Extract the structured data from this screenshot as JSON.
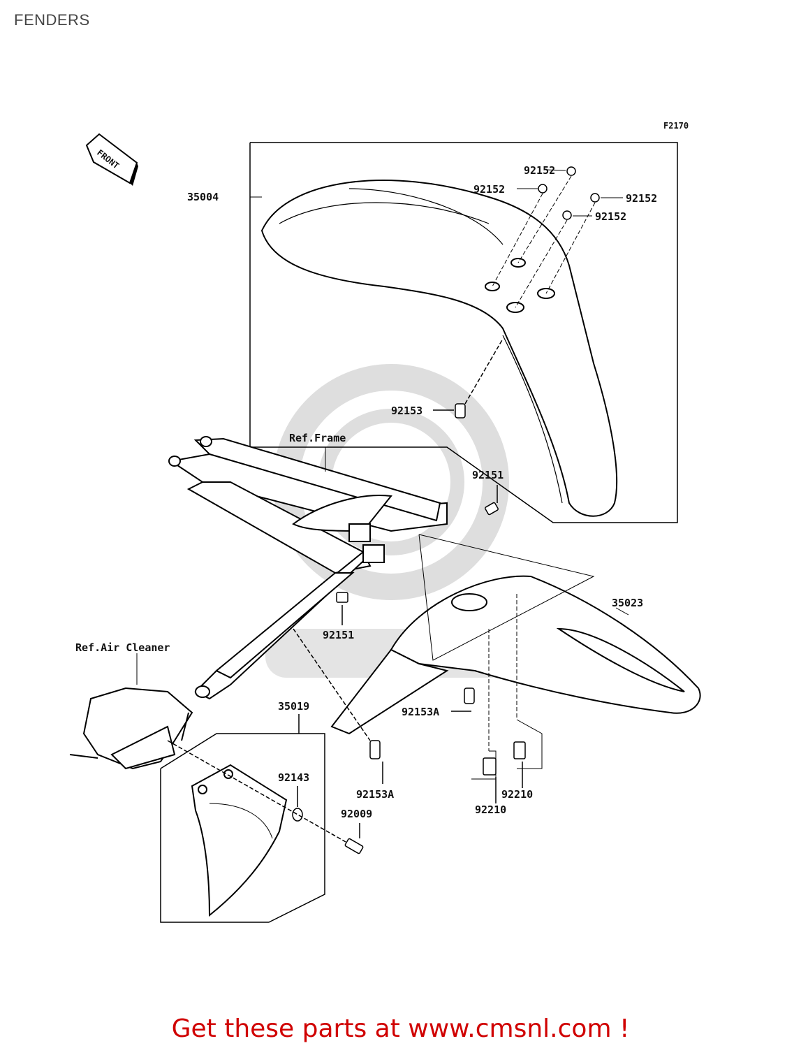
{
  "header": {
    "title": "FENDERS"
  },
  "diagram": {
    "figure_id": "F2170",
    "front_label": "FRONT",
    "references": {
      "frame": "Ref.Frame",
      "air_cleaner": "Ref.Air Cleaner"
    },
    "parts": {
      "front_fender": "35004",
      "rear_fender": "35023",
      "mud_flap": "35019",
      "washer_a": "92152",
      "washer_b": "92152",
      "washer_c": "92152",
      "washer_d": "92152",
      "bolt_front_fender": "92153",
      "bolt_frame_upper": "92151",
      "bolt_frame_lower": "92151",
      "bolt_rear_fender": "92153A",
      "bolt_rear_lower": "92153A",
      "collar": "92143",
      "screw": "92009",
      "nut_left": "92210",
      "nut_right": "92210"
    }
  },
  "footer": {
    "promo": "Get these parts at www.cmsnl.com !"
  },
  "colors": {
    "promo": "#d00000",
    "line": "#000000",
    "watermark": "#dcdcdc"
  }
}
